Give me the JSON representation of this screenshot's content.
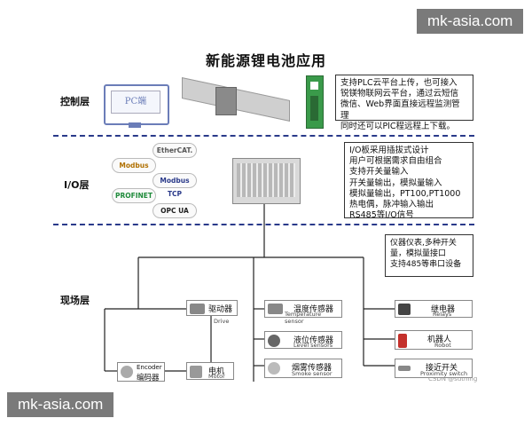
{
  "title": "新能源锂电池应用",
  "watermark": {
    "top": "mk-asia.com",
    "bottom": "mk-asia.com",
    "csdn": "CSDN @suthing"
  },
  "layers": {
    "control": "控制层",
    "io": "I/O层",
    "field": "现场层"
  },
  "pc_label": "PC端",
  "control_note": [
    "支持PLC云平台上传，也可接入",
    "锐镁物联网云平台，通过云短信",
    "微信、Web界面直接远程监测管理",
    "同时还可以PlC程远程上下载。"
  ],
  "io_note": [
    "I/O板采用插拔式设计",
    "用户可根据需求自由组合",
    "支持开关量输入",
    "开关量输出，模拟量输入",
    "模拟量输出，PT100,PT1000",
    "热电偶，脉冲输入输出",
    "RS485等I/O信号"
  ],
  "field_note": [
    "仪器仪表,多种开关",
    "量，模拟量接口",
    "支持485等串口设备"
  ],
  "protocols": [
    "EtherCAT.",
    "Modbus",
    "Modbus TCP",
    "PROFINET",
    "OPC UA"
  ],
  "devices": {
    "drive": {
      "cn": "驱动器",
      "en": "Drive"
    },
    "encoder": {
      "cn1": "Encoder",
      "cn2": "编码器"
    },
    "motor": {
      "cn": "电机",
      "en": "Motor"
    },
    "temp": {
      "cn": "温度传感器",
      "en": "Temperature sensor"
    },
    "level": {
      "cn": "液位传感器",
      "en": "Level sensors"
    },
    "smoke": {
      "cn": "烟雾传感器",
      "en": "Smoke sensor"
    },
    "relay": {
      "cn": "继电器",
      "en": "Relays"
    },
    "robot": {
      "cn": "机器人",
      "en": "Robot"
    },
    "prox": {
      "cn": "接近开关",
      "en": "Proximity switch"
    }
  },
  "colors": {
    "separator": "#2a3a8a",
    "plc_green": "#3a9a4a",
    "module_gray": "#b8b8b8",
    "line": "#222222"
  }
}
